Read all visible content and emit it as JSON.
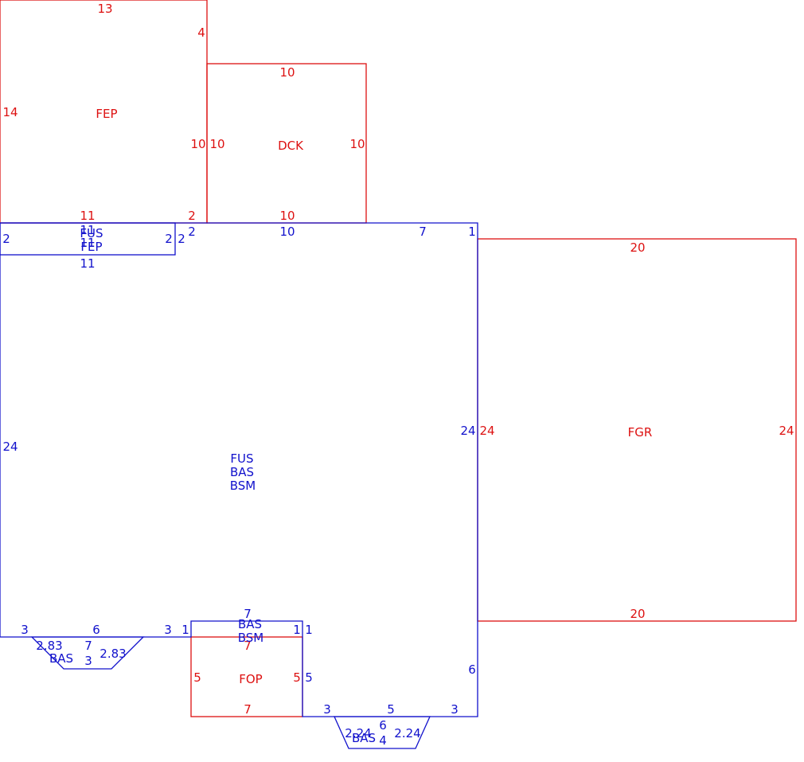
{
  "colors": {
    "red": "#dd1111",
    "blue": "#1111cc"
  },
  "areas": {
    "fep": {
      "label": "FEP",
      "dims": {
        "top": "13",
        "right_upper": "4",
        "left": "14",
        "right": "10",
        "bottom": "11",
        "bottom_right": "2"
      }
    },
    "dck": {
      "label": "DCK",
      "dims": {
        "top": "10",
        "left": "10",
        "right": "10",
        "bottom": "10"
      }
    },
    "fgr": {
      "label": "FGR",
      "dims": {
        "top": "20",
        "left": "24",
        "right": "24",
        "bottom": "20"
      }
    },
    "fop": {
      "label": "FOP",
      "dims": {
        "top": "7",
        "left": "5",
        "right": "5",
        "bottom": "7"
      }
    },
    "main": {
      "labels": [
        "FUS",
        "BAS",
        "BSM"
      ],
      "dims": {
        "top_left": "2",
        "top_mid": "10",
        "top_right": "7",
        "top_corner": "1",
        "left": "24",
        "right": "24",
        "right_lower": "6",
        "bottom_left_a": "3",
        "bottom_left_b": "6",
        "bottom_left_c": "3",
        "bottom_left_d": "1",
        "bottom_right_a": "3",
        "bottom_right_b": "5",
        "bottom_right_c": "3",
        "step_right": "1"
      }
    },
    "strip": {
      "labels": [
        "FUS",
        "FEP"
      ],
      "label_over": [
        "11",
        "11"
      ],
      "dims": {
        "left": "2",
        "right": "2",
        "bottom": "11",
        "right_outer": "2"
      }
    },
    "bump": {
      "labels": [
        "BAS",
        "BSM"
      ],
      "dims": {
        "top": "7",
        "left": "1",
        "right": "1"
      }
    },
    "bay_left": {
      "label": "BAS",
      "dims": {
        "left": "2.83",
        "right": "2.83",
        "top": "7",
        "bottom": "3"
      }
    },
    "bay_right": {
      "label": "BAS",
      "dims": {
        "left": "2.24",
        "right": "2.24",
        "top": "6",
        "bottom": "4"
      }
    }
  }
}
